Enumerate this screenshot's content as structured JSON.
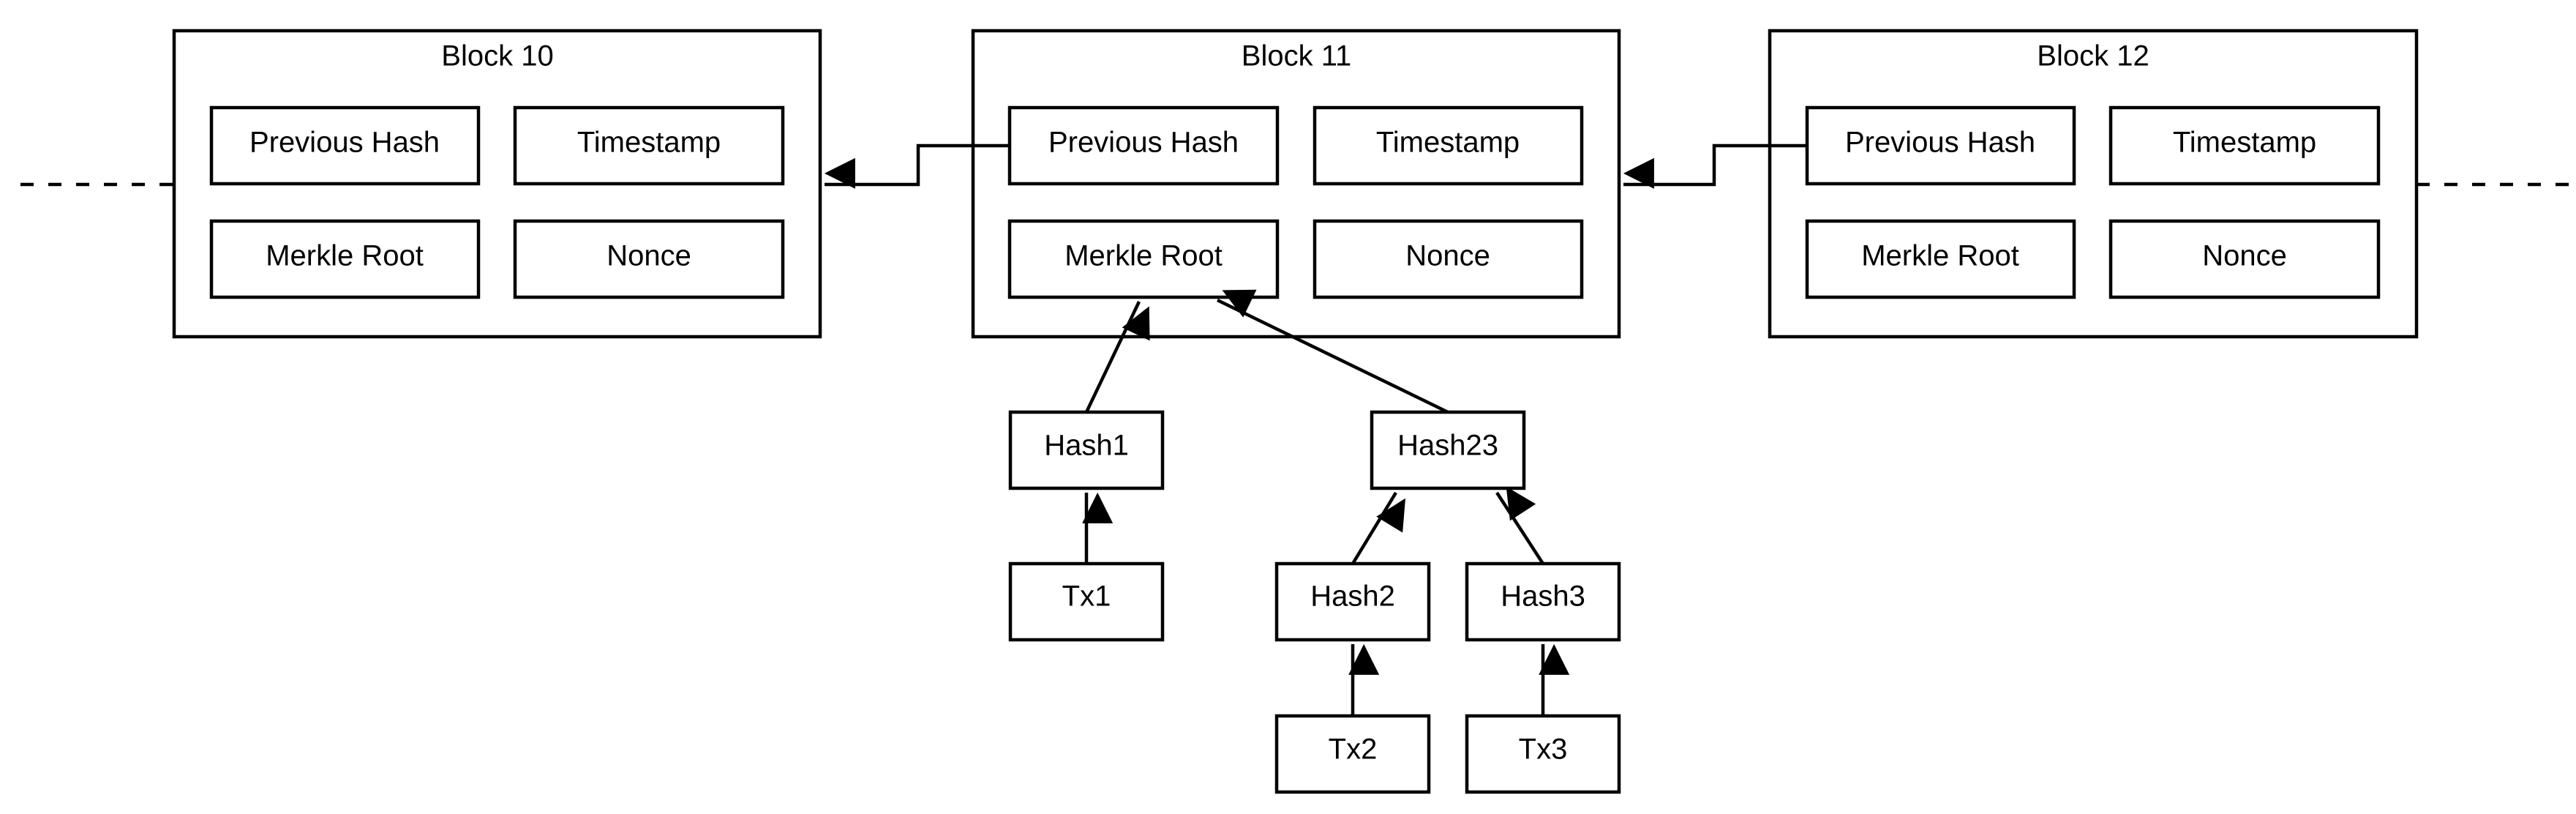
{
  "diagram": {
    "colors": {
      "stroke": "#000000",
      "fill": "#ffffff",
      "text": "#000000"
    },
    "blocks": [
      {
        "id": "block10",
        "title": "Block 10",
        "fields": {
          "previous_hash": "Previous Hash",
          "timestamp": "Timestamp",
          "merkle_root": "Merkle Root",
          "nonce": "Nonce"
        }
      },
      {
        "id": "block11",
        "title": "Block 11",
        "fields": {
          "previous_hash": "Previous Hash",
          "timestamp": "Timestamp",
          "merkle_root": "Merkle Root",
          "nonce": "Nonce"
        }
      },
      {
        "id": "block12",
        "title": "Block 12",
        "fields": {
          "previous_hash": "Previous Hash",
          "timestamp": "Timestamp",
          "merkle_root": "Merkle Root",
          "nonce": "Nonce"
        }
      }
    ],
    "merkle_tree": {
      "hash1": "Hash1",
      "hash23": "Hash23",
      "hash2": "Hash2",
      "hash3": "Hash3",
      "tx1": "Tx1",
      "tx2": "Tx2",
      "tx3": "Tx3"
    },
    "edges": [
      {
        "from": "block11.previous_hash",
        "to": "block10"
      },
      {
        "from": "block12.previous_hash",
        "to": "block11"
      },
      {
        "from": "hash1",
        "to": "block11.merkle_root"
      },
      {
        "from": "hash23",
        "to": "block11.merkle_root"
      },
      {
        "from": "hash2",
        "to": "hash23"
      },
      {
        "from": "hash3",
        "to": "hash23"
      },
      {
        "from": "tx1",
        "to": "hash1"
      },
      {
        "from": "tx2",
        "to": "hash2"
      },
      {
        "from": "tx3",
        "to": "hash3"
      }
    ]
  }
}
